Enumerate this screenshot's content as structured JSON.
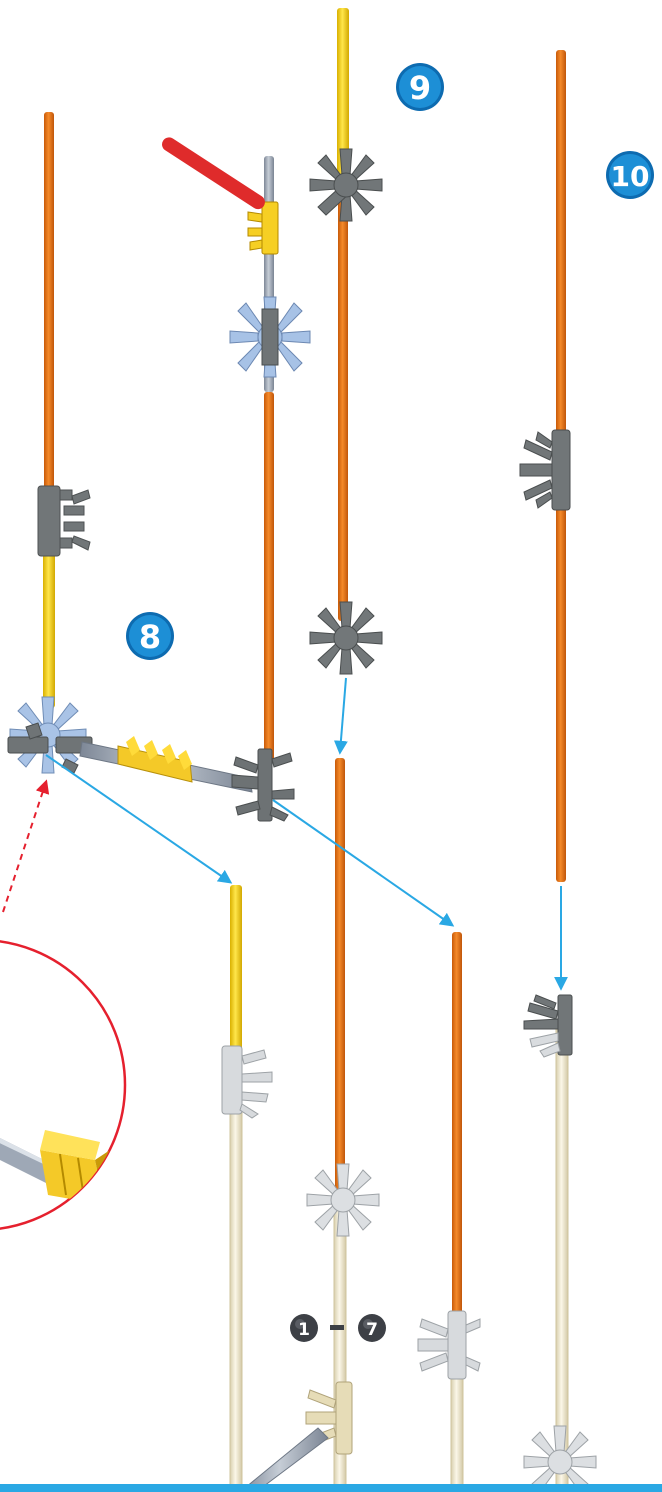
{
  "steps": [
    {
      "label": "8"
    },
    {
      "label": "9"
    },
    {
      "label": "10"
    }
  ],
  "range": {
    "from": "1",
    "to": "7"
  },
  "colors": {
    "badge": "#1d8fd6",
    "badge_dark": "#0d6bb0",
    "orange_rod": "#ef7a1a",
    "yellow_rod": "#f7d51e",
    "grey_rod": "#9ca7b5",
    "cream_rod": "#f2ecd6",
    "dark_grey_connector": "#74797a",
    "blue_connector": "#a8c4e6",
    "light_grey_connector": "#d9dcdf",
    "tan_connector": "#e6dcb8",
    "yellow_connector": "#f4c928",
    "arrow_blue": "#2aa8e4",
    "detail_circle": "#e5202e",
    "red_rod": "#df2b2b",
    "range_badge": "#3d4046",
    "bottom_bar": "#2aa8e4"
  },
  "parts": [
    {
      "kind": "orange-rod"
    },
    {
      "kind": "yellow-rod"
    },
    {
      "kind": "grey-rod"
    },
    {
      "kind": "red-rod"
    },
    {
      "kind": "cream-rod"
    },
    {
      "kind": "dark-grey-connector"
    },
    {
      "kind": "blue-connector"
    },
    {
      "kind": "light-grey-connector"
    },
    {
      "kind": "tan-connector"
    },
    {
      "kind": "yellow-connector"
    }
  ]
}
